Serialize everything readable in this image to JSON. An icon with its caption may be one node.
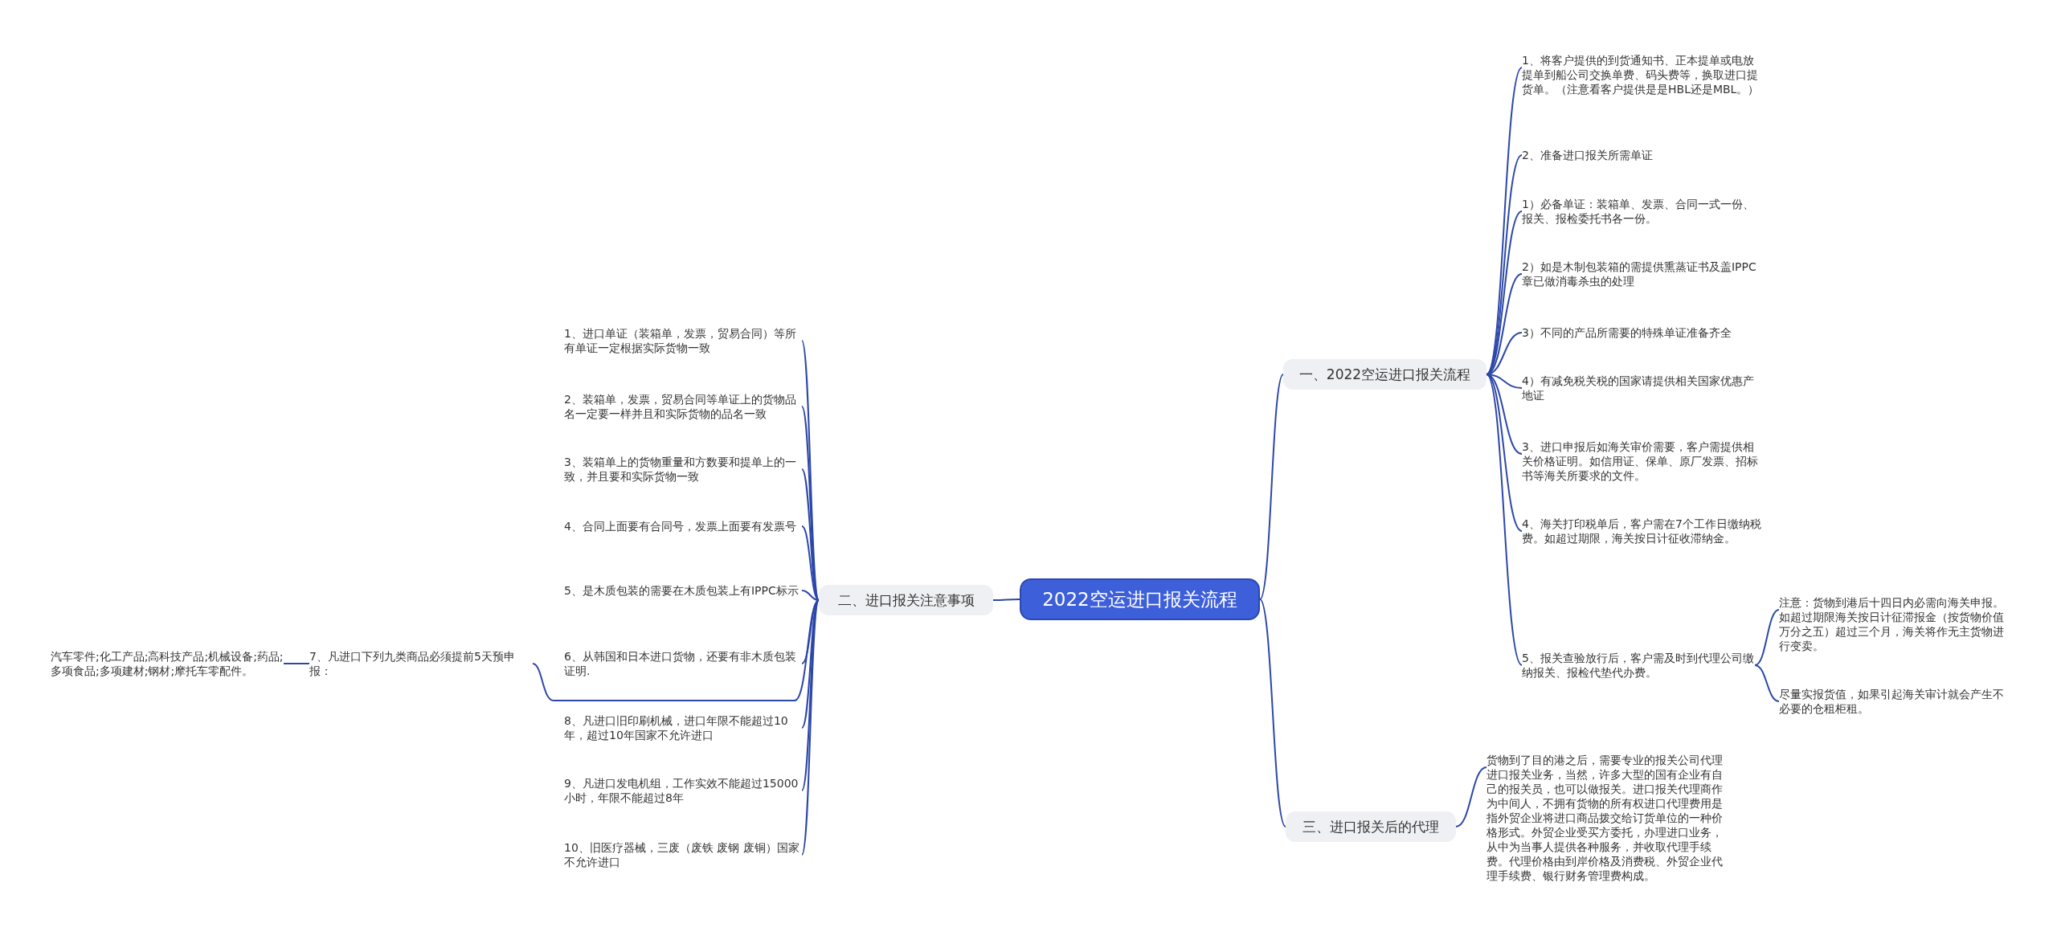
{
  "diagram": {
    "nodes": [
      {
        "text": [
          "2022空运进口报关流程"
        ]
      },
      {
        "text": [
          "一、2022空运进口报关流程"
        ]
      },
      {
        "text": [
          "1、将客户提供的到货通知书、正本提单或电放提单到船公司交换单费、码头费等，换取进口提货单。（注意看客户提供是是HBL还是MBL。）"
        ]
      },
      {
        "text": [
          "2、准备进口报关所需单证"
        ]
      },
      {
        "text": [
          "1）必备单证：装箱单、发票、合同一式一份、报关、报检委托书各一份。"
        ]
      },
      {
        "text": [
          "2）如是木制包装箱的需提供熏蒸证书及盖IPPC章已做消毒杀虫的处理"
        ]
      },
      {
        "text": [
          "3）不同的产品所需要的特殊单证准备齐全"
        ]
      },
      {
        "text": [
          "4）有减免税关税的国家请提供相关国家优惠产地证"
        ]
      },
      {
        "text": [
          "3、进口申报后如海关审价需要，客户需提供相关价格证明。如信用证、保单、原厂发票、招标书等海关所要求的文件。"
        ]
      },
      {
        "text": [
          "4、海关打印税单后，客户需在7个工作日缴纳税费。如超过期限，海关按日计征收滞纳金。"
        ]
      },
      {
        "text": [
          "5、报关查验放行后，客户需及时到代理公司缴纳报关、报检代垫代办费。"
        ]
      },
      {
        "text": [
          "注意：货物到港后十四日内必需向海关申报。如超过期限海关按日计征滞报金（按货物价值万分之五）超过三个月，海关将作无主货物进行变卖。"
        ]
      },
      {
        "text": [
          "尽量实报货值，如果引起海关审计就会产生不必要的仓租柜租。"
        ]
      },
      {
        "text": [
          "二、进口报关注意事项"
        ]
      },
      {
        "text": [
          "1、进口单证（装箱单，发票，贸易合同）等所有单证一定根据实际货物一致"
        ]
      },
      {
        "text": [
          "2、装箱单，发票，贸易合同等单证上的货物品名一定要一样并且和实际货物的品名一致"
        ]
      },
      {
        "text": [
          "3、装箱单上的货物重量和方数要和提单上的一致，并且要和实际货物一致"
        ]
      },
      {
        "text": [
          "4、合同上面要有合同号，发票上面要有发票号"
        ]
      },
      {
        "text": [
          "5、是木质包装的需要在木质包装上有IPPC标示"
        ]
      },
      {
        "text": [
          "6、从韩国和日本进口货物，还要有非木质包装证明."
        ]
      },
      {
        "text": [
          "7、凡进口下列九类商品必须提前5天预申报："
        ]
      },
      {
        "text": [
          "汽车零件;化工产品;高科技产品;机械设备;药品;多项食品;多项建材;钢材;摩托车零配件。"
        ]
      },
      {
        "text": [
          "8、凡进口旧印刷机械，进口年限不能超过10年，超过10年国家不允许进口"
        ]
      },
      {
        "text": [
          "9、凡进口发电机组，工作实效不能超过15000小时，年限不能超过8年"
        ]
      },
      {
        "text": [
          "10、旧医疗器械，三废（废铁 废钢 废铜）国家不允许进口"
        ]
      },
      {
        "text": [
          "三、进口报关后的代理"
        ]
      },
      {
        "text": [
          "货物到了目的港之后，需要专业的报关公司代理进口报关业务，当然，许多大型的国有企业有自己的报关员，也可以做报关。进口报关代理商作为中间人，不拥有货物的所有权进口代理费用是指外贸企业将进口商品拨交给订货单位的一种价格形式。外贸企业受买方委托，办理进口业务，从中为当事人提供各种服务，并收取代理手续费。代理价格由到岸价格及消费税、外贸企业代理手续费、银行财务管理费构成。"
        ]
      }
    ],
    "edges": [
      {
        "from": 0,
        "to": 1,
        "arrow": "none"
      },
      {
        "from": 1,
        "to": 2,
        "arrow": "none"
      },
      {
        "from": 1,
        "to": 3,
        "arrow": "none"
      },
      {
        "from": 1,
        "to": 4,
        "arrow": "none"
      },
      {
        "from": 1,
        "to": 5,
        "arrow": "none"
      },
      {
        "from": 1,
        "to": 6,
        "arrow": "none"
      },
      {
        "from": 1,
        "to": 7,
        "arrow": "none"
      },
      {
        "from": 1,
        "to": 8,
        "arrow": "none"
      },
      {
        "from": 1,
        "to": 9,
        "arrow": "none"
      },
      {
        "from": 1,
        "to": 10,
        "arrow": "none"
      },
      {
        "from": 10,
        "to": 11,
        "arrow": "none"
      },
      {
        "from": 10,
        "to": 12,
        "arrow": "none"
      },
      {
        "from": 0,
        "to": 13,
        "arrow": "none"
      },
      {
        "from": 13,
        "to": 14,
        "arrow": "none"
      },
      {
        "from": 13,
        "to": 15,
        "arrow": "none"
      },
      {
        "from": 13,
        "to": 16,
        "arrow": "none"
      },
      {
        "from": 13,
        "to": 17,
        "arrow": "none"
      },
      {
        "from": 13,
        "to": 18,
        "arrow": "none"
      },
      {
        "from": 13,
        "to": 19,
        "arrow": "none"
      },
      {
        "from": 13,
        "to": 20,
        "arrow": "none"
      },
      {
        "from": 20,
        "to": 21,
        "arrow": "none"
      },
      {
        "from": 13,
        "to": 22,
        "arrow": "none"
      },
      {
        "from": 13,
        "to": 23,
        "arrow": "none"
      },
      {
        "from": 13,
        "to": 24,
        "arrow": "none"
      },
      {
        "from": 0,
        "to": 25,
        "arrow": "none"
      },
      {
        "from": 25,
        "to": 26,
        "arrow": "none"
      }
    ]
  }
}
